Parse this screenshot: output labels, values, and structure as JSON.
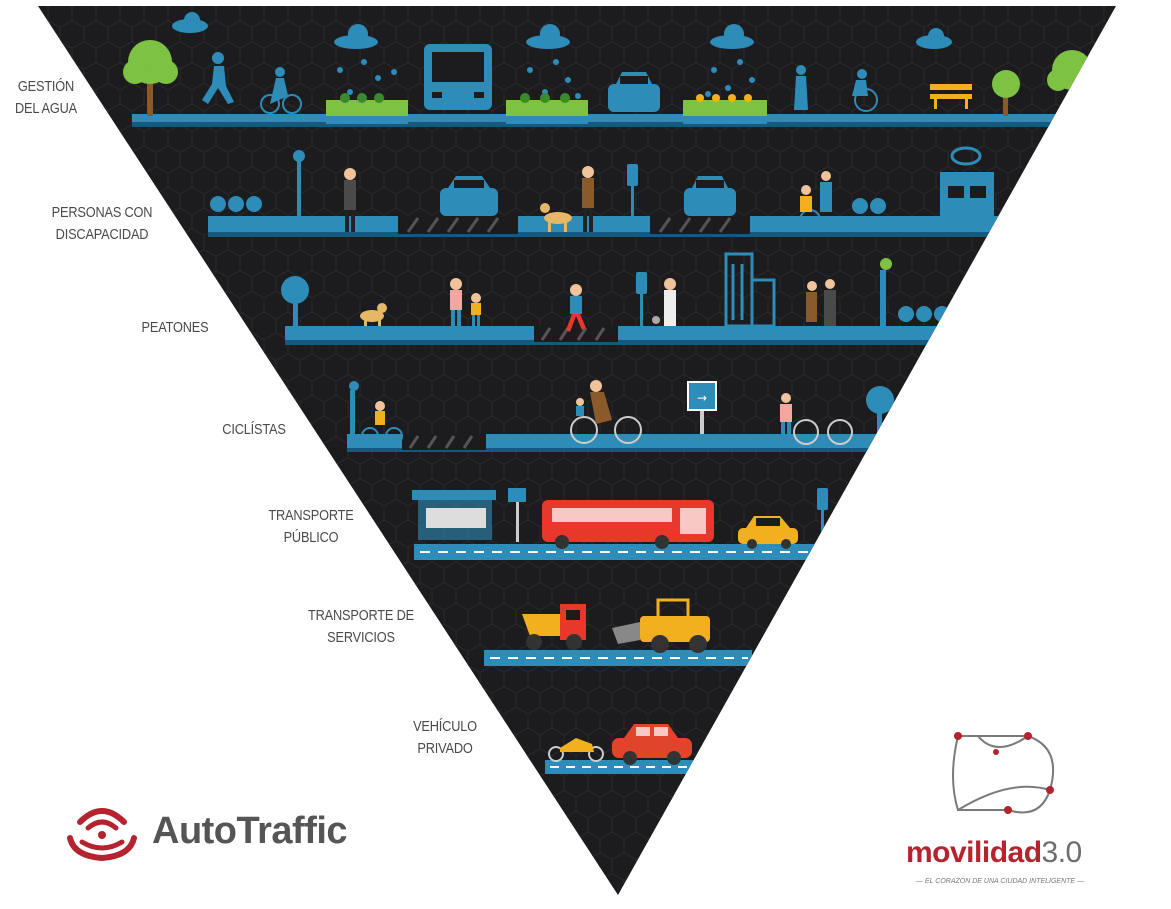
{
  "diagram": {
    "levels": [
      {
        "id": "agua",
        "lines": [
          "GESTIÓN",
          "DEL AGUA"
        ]
      },
      {
        "id": "discapacidad",
        "lines": [
          "PERSONAS CON",
          "DISCAPACIDAD"
        ]
      },
      {
        "id": "peatones",
        "lines": [
          "PEATONES"
        ]
      },
      {
        "id": "ciclistas",
        "lines": [
          "CICLÍSTAS"
        ]
      },
      {
        "id": "publico",
        "lines": [
          "TRANSPORTE",
          "PÚBLICO"
        ]
      },
      {
        "id": "servicios",
        "lines": [
          "TRANSPORTE DE",
          "SERVICIOS"
        ]
      },
      {
        "id": "privado",
        "lines": [
          "VEHÍCULO",
          "PRIVADO"
        ]
      }
    ],
    "colors": {
      "triangle": "#1c1c1f",
      "hex": "#2a2a2e",
      "road": "#2d8cb8",
      "road_dark": "#155a7e",
      "label": "#4a4a4a",
      "tree": "#7dc242",
      "trunk": "#8b5a2b",
      "person": "#2d8cb8",
      "bus": "#e8382c",
      "taxi": "#f2b01e",
      "car": "#e0452b",
      "brand_red": "#b4232e"
    }
  },
  "logos": {
    "autotraffic": {
      "name": "AutoTraffic",
      "icon": "autotraffic-logo-icon"
    },
    "movilidad": {
      "word_bold": "movilidad",
      "word_version": "3.0",
      "tagline": "— EL CORAZÓN DE UNA CIUDAD INTELIGENTE —",
      "icon": "movilidad-logo-icon"
    }
  }
}
